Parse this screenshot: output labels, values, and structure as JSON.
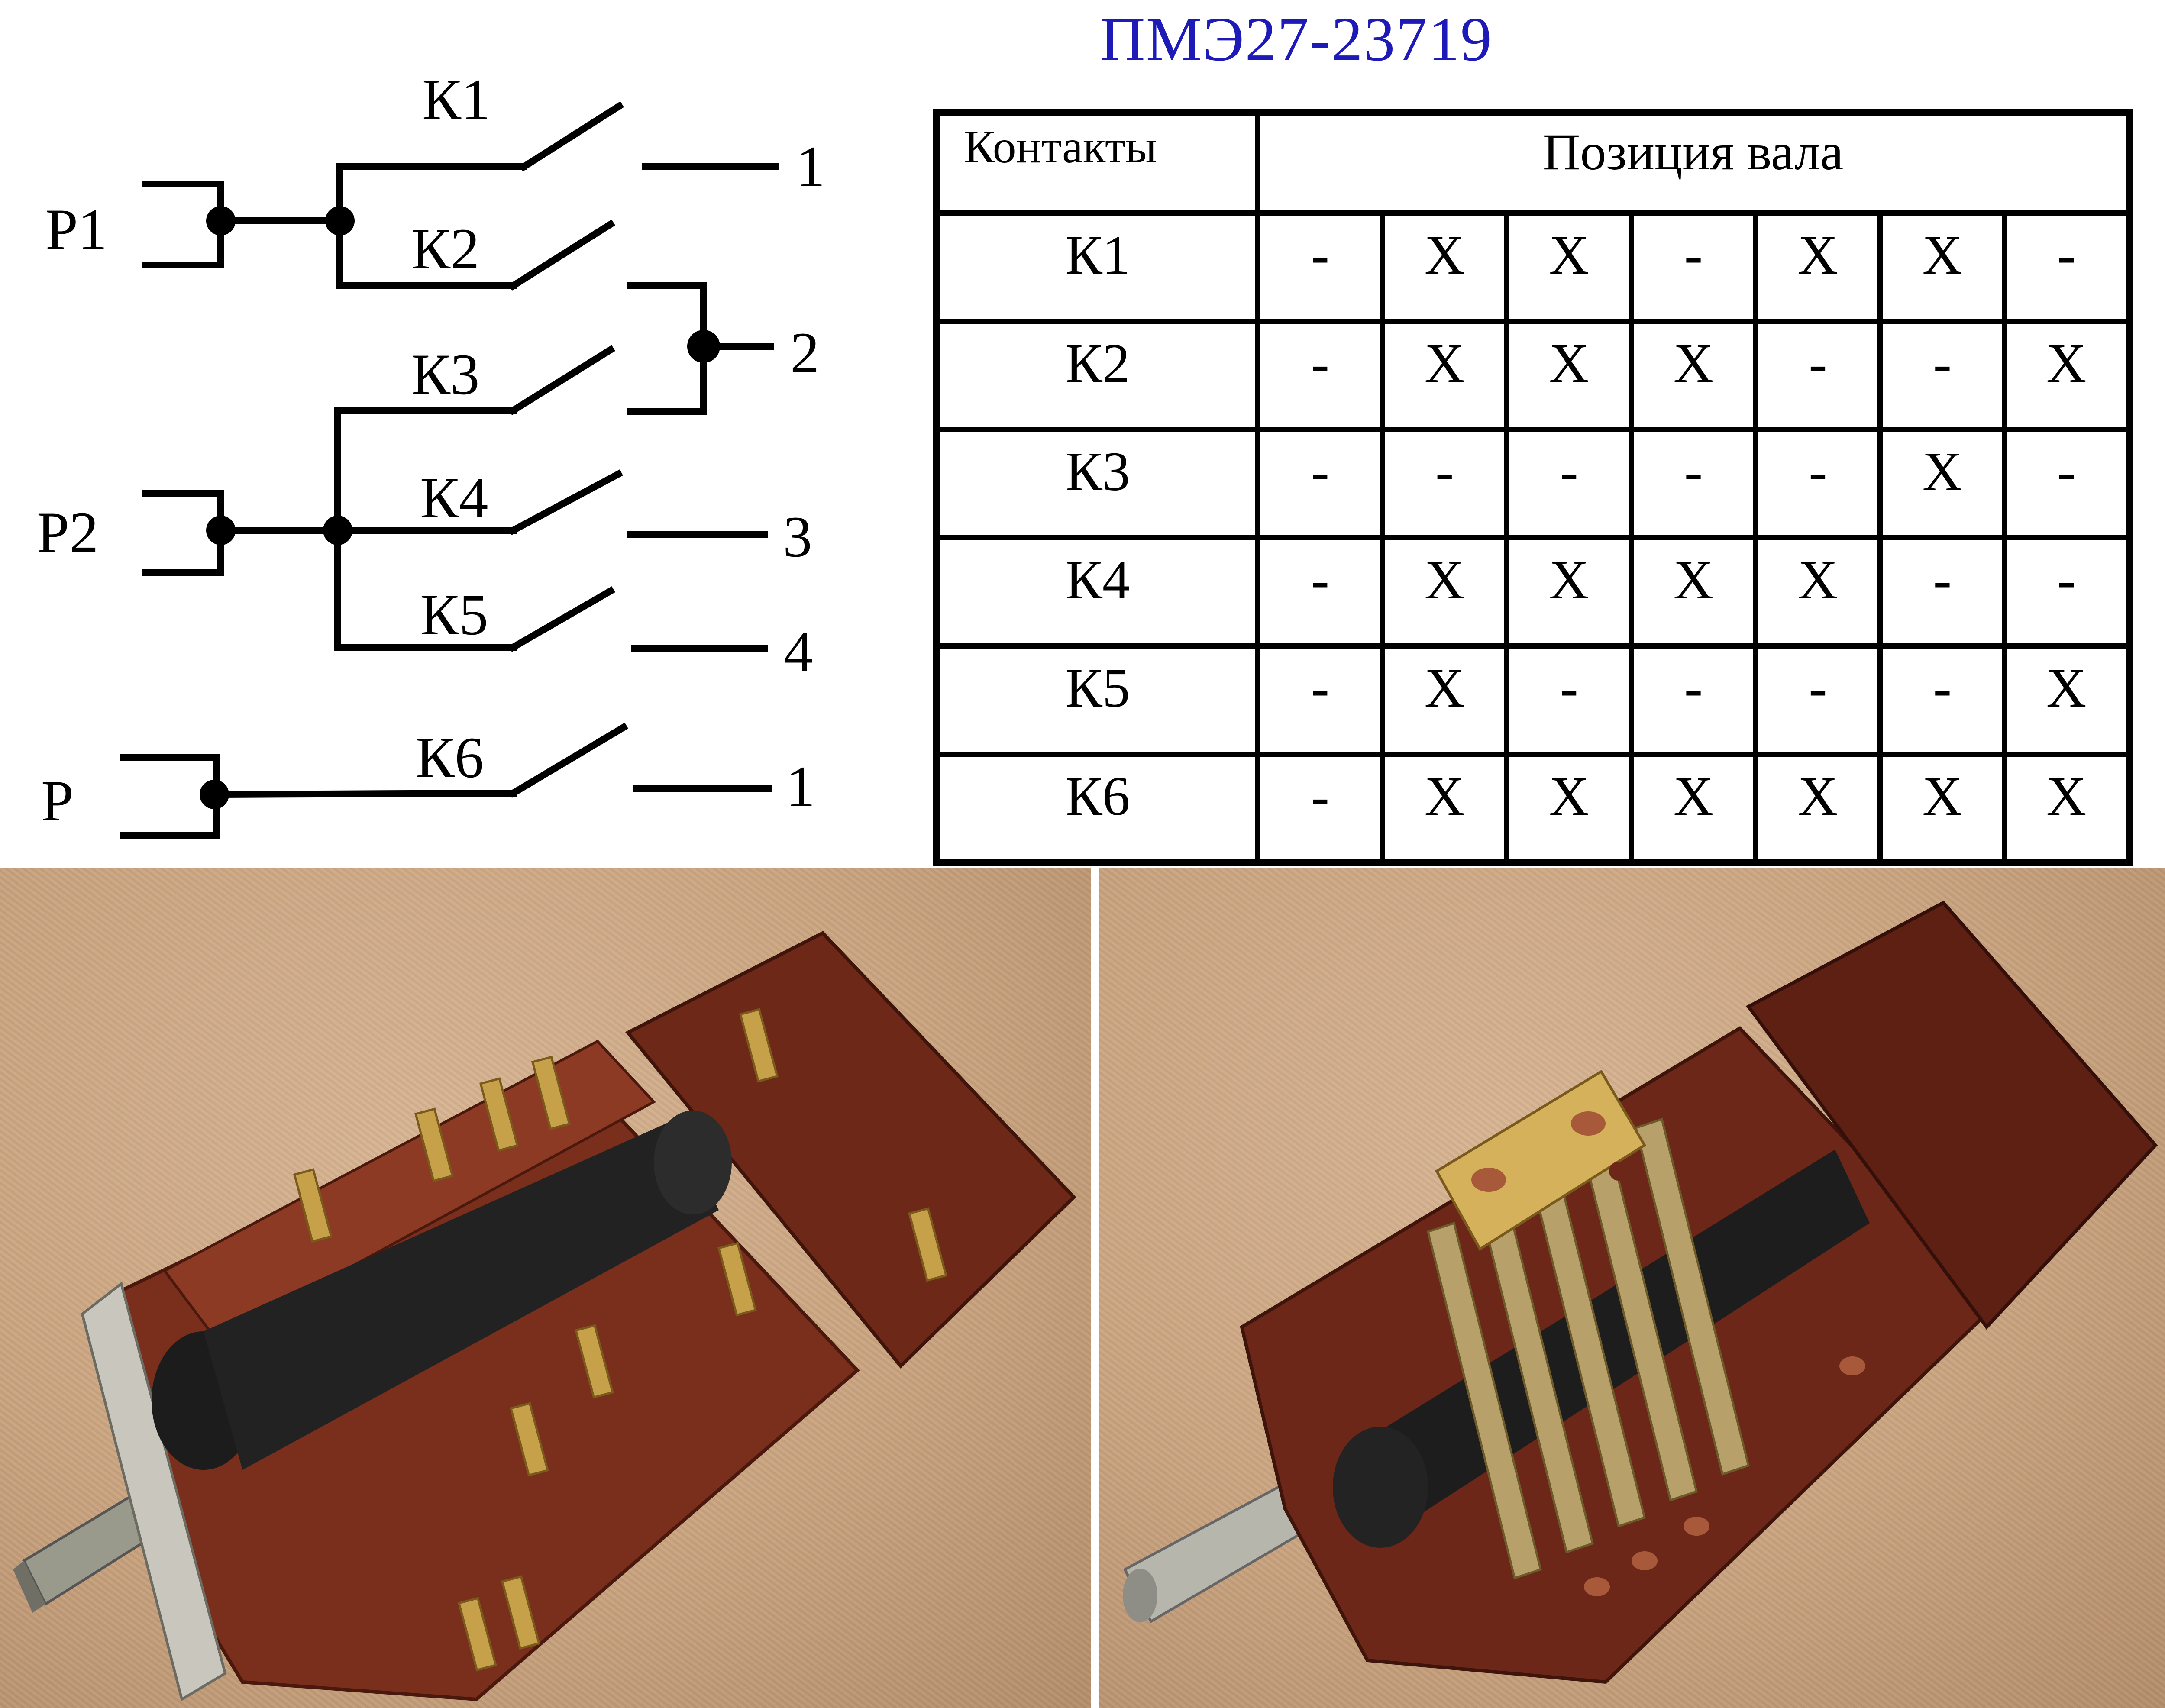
{
  "title": "ПМЭ27-23719",
  "schematic": {
    "inputs": [
      "P1",
      "P2",
      "P"
    ],
    "contacts": [
      "К1",
      "К2",
      "К3",
      "К4",
      "К5",
      "К6"
    ],
    "terminals": [
      "1",
      "2",
      "3",
      "4",
      "1"
    ]
  },
  "table": {
    "header_contacts": "Контакты",
    "header_shaft": "Позиция вала",
    "rows": [
      {
        "label": "К1",
        "cells": [
          "-",
          "X",
          "X",
          "-",
          "X",
          "X",
          "-"
        ]
      },
      {
        "label": "К2",
        "cells": [
          "-",
          "X",
          "X",
          "X",
          "-",
          "-",
          "X"
        ]
      },
      {
        "label": "К3",
        "cells": [
          "-",
          "-",
          "-",
          "-",
          "-",
          "X",
          "-"
        ]
      },
      {
        "label": "К4",
        "cells": [
          "-",
          "X",
          "X",
          "X",
          "X",
          "-",
          "-"
        ]
      },
      {
        "label": "К5",
        "cells": [
          "-",
          "X",
          "-",
          "-",
          "-",
          "-",
          "X"
        ]
      },
      {
        "label": "К6",
        "cells": [
          "-",
          "X",
          "X",
          "X",
          "X",
          "X",
          "X"
        ]
      }
    ]
  },
  "photos": [
    {
      "name": "switch-photo-front"
    },
    {
      "name": "switch-photo-contacts"
    }
  ],
  "colors": {
    "title": "#1d1ab8",
    "housing": "#7a2e1c",
    "background": "#c9a37f"
  }
}
